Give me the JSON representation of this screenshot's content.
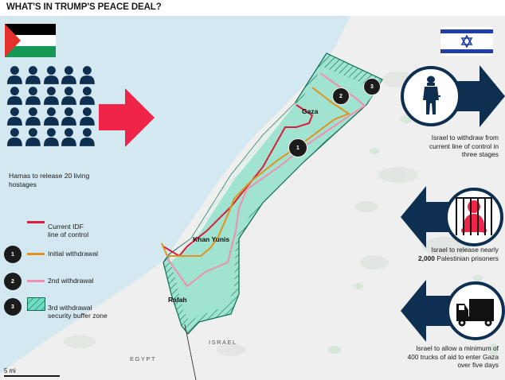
{
  "header": {
    "title": "WHAT'S IN TRUMP'S PEACE DEAL?"
  },
  "colors": {
    "sea": "#d3e8f0",
    "land": "#efefef",
    "zone_fill": "#9fe3d0",
    "zone_stroke": "#0f6b52",
    "current_idf_line": "#d81e3c",
    "initial_withdrawal": "#e0931f",
    "second_withdrawal": "#ef8fb0",
    "navy": "#0e2f4f",
    "red_arrow": "#ef2448",
    "badge": "#1b1b1b"
  },
  "left_panel": {
    "flag": "palestine-flag",
    "hostage_icons": {
      "rows": 4,
      "cols": 5,
      "count": 20,
      "icon": "person-icon"
    },
    "arrow": "right-arrow-red",
    "caption": "Hamas to release 20 living hostages"
  },
  "legend": {
    "items": [
      {
        "badge": "",
        "swatch": "line-red",
        "label_line1": "Current IDF",
        "label_line2": "line of control"
      },
      {
        "badge": "1",
        "swatch": "line-orange",
        "label_line1": "Initial withdrawal",
        "label_line2": ""
      },
      {
        "badge": "2",
        "swatch": "line-pink",
        "label_line1": "2nd withdrawal",
        "label_line2": ""
      },
      {
        "badge": "3",
        "swatch": "hatched-teal",
        "label_line1": "3rd withdrawal",
        "label_line2": "security buffer zone"
      }
    ]
  },
  "map": {
    "places": [
      {
        "name": "Gaza"
      },
      {
        "name": "Khan Yunis"
      },
      {
        "name": "Rafah"
      }
    ],
    "countries": [
      {
        "name": "EGYPT"
      },
      {
        "name": "ISRAEL"
      }
    ],
    "badges": [
      "1",
      "2",
      "3"
    ],
    "scale_label": "5 mi"
  },
  "right_panel": {
    "flag": "israel-flag",
    "items": [
      {
        "icon": "soldier-icon",
        "arrow": "right",
        "caption_line1": "Israel to withdraw from",
        "caption_line2": "current line of control in",
        "caption_line3": "three stages"
      },
      {
        "icon": "prisoner-icon",
        "arrow": "left",
        "caption_line1": "Israel to release nearly",
        "caption_bold": "2,000",
        "caption_line2_rest": " Palestinian prisoners"
      },
      {
        "icon": "truck-icon",
        "arrow": "left",
        "caption_line1": "Israel to allow a minimum of",
        "caption_line2": "400 trucks of aid to enter Gaza",
        "caption_line3": "over five days"
      }
    ]
  }
}
